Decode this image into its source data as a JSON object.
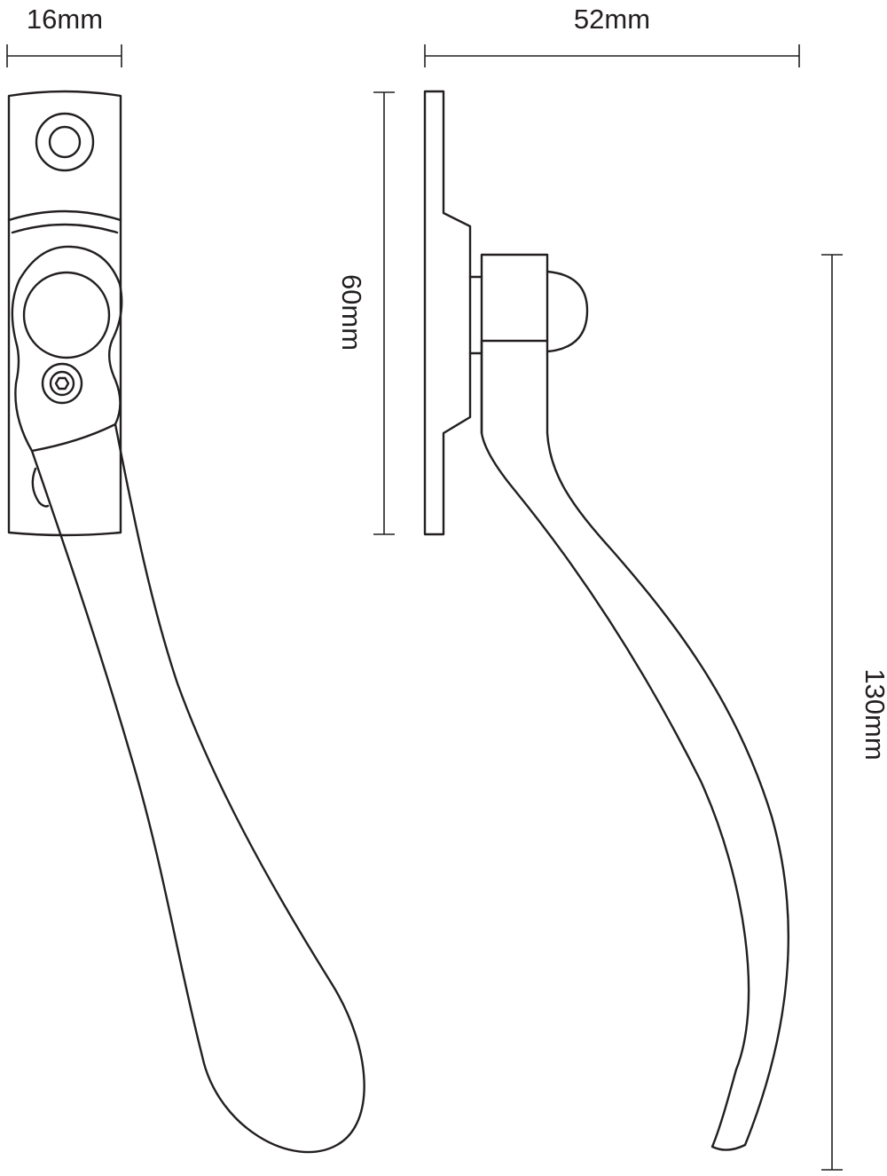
{
  "diagram": {
    "dimensions": {
      "front_width": "16mm",
      "side_depth": "52mm",
      "plate_height": "60mm",
      "overall_length": "130mm"
    },
    "colors": {
      "line": "#231f20",
      "background": "#ffffff"
    }
  }
}
